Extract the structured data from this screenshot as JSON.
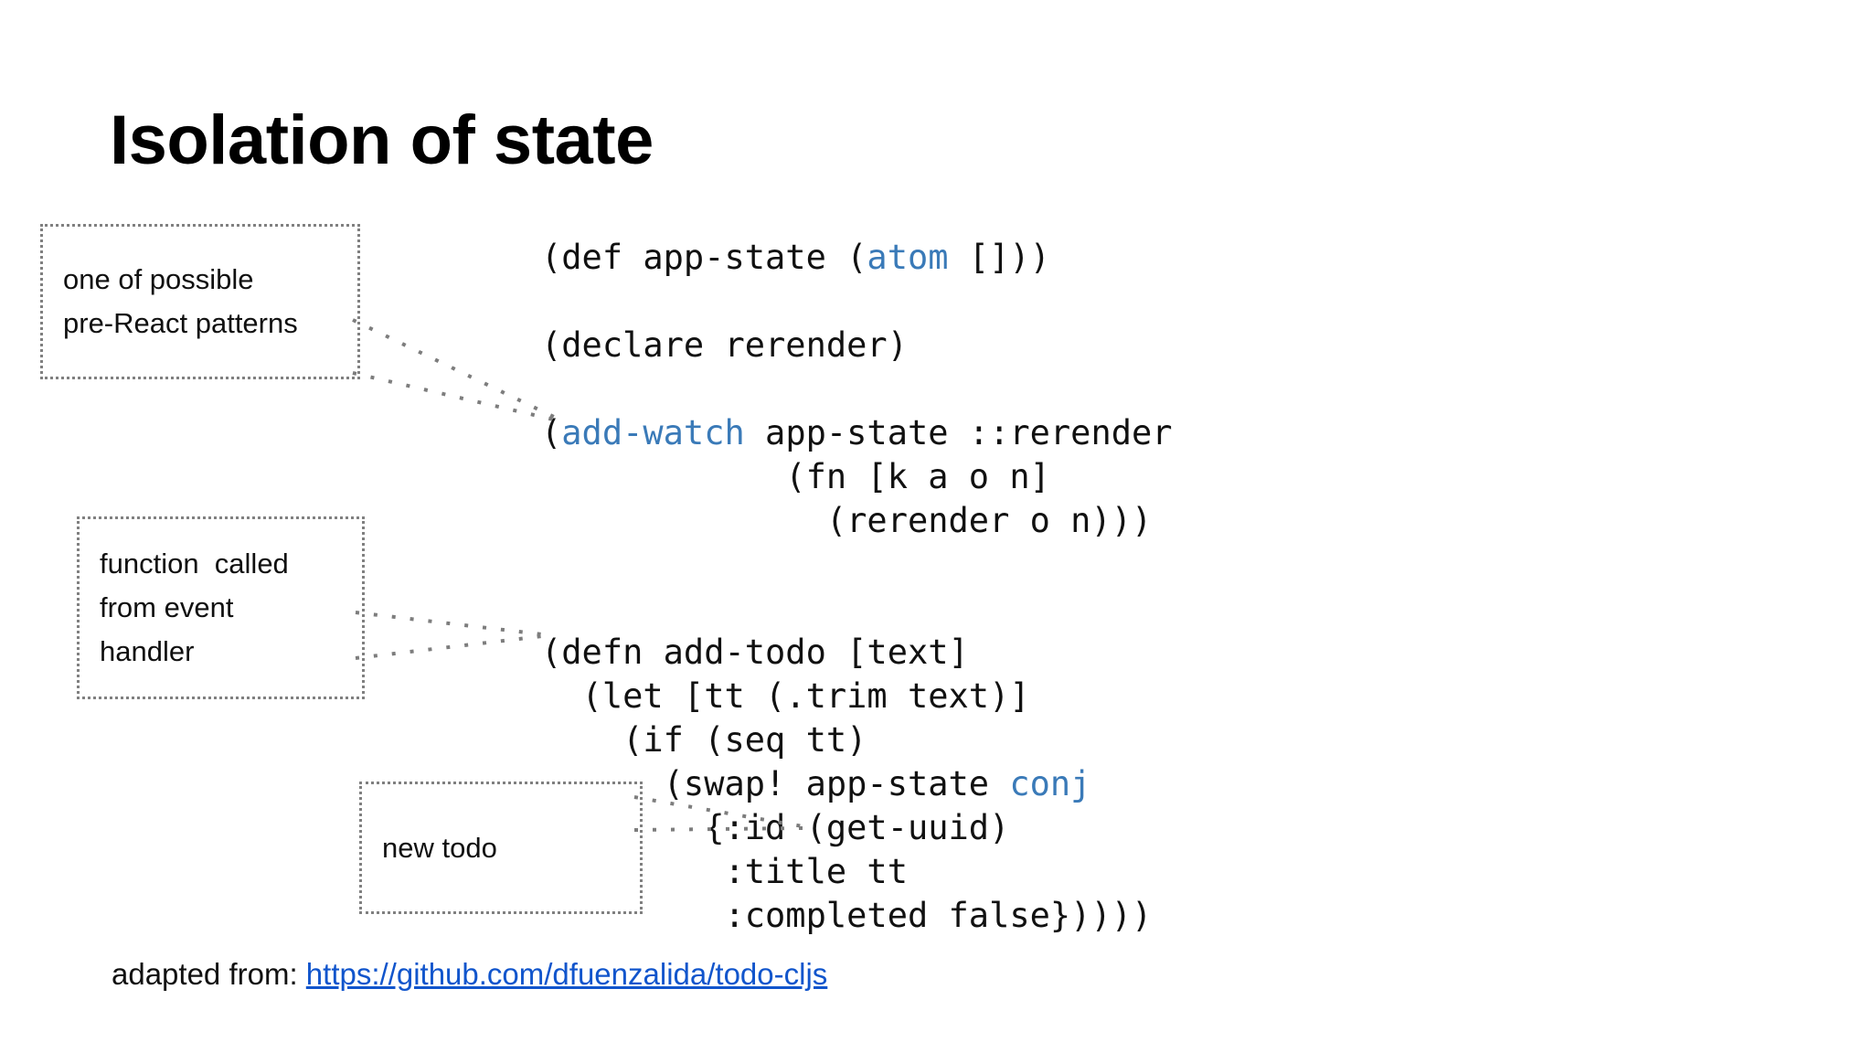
{
  "slide": {
    "title": "Isolation of state",
    "background_color": "#ffffff"
  },
  "colors": {
    "code_keyword": "#3a7ab8",
    "link": "#1155cc",
    "callout_border": "#808080",
    "text": "#111111"
  },
  "code": {
    "language": "clojure",
    "lines": [
      {
        "segments": [
          {
            "text": "(def app-state (",
            "kind": "plain"
          },
          {
            "text": "atom",
            "kind": "keyword"
          },
          {
            "text": " []))",
            "kind": "plain"
          }
        ]
      },
      {
        "segments": [
          {
            "text": "",
            "kind": "plain"
          }
        ]
      },
      {
        "segments": [
          {
            "text": "(declare rerender)",
            "kind": "plain"
          }
        ]
      },
      {
        "segments": [
          {
            "text": "",
            "kind": "plain"
          }
        ]
      },
      {
        "segments": [
          {
            "text": "(",
            "kind": "plain"
          },
          {
            "text": "add-watch",
            "kind": "keyword"
          },
          {
            "text": " app-state ::rerender",
            "kind": "plain"
          }
        ]
      },
      {
        "segments": [
          {
            "text": "            (fn [k a o n]",
            "kind": "plain"
          }
        ]
      },
      {
        "segments": [
          {
            "text": "              (rerender o n)))",
            "kind": "plain"
          }
        ]
      },
      {
        "segments": [
          {
            "text": "",
            "kind": "plain"
          }
        ]
      },
      {
        "segments": [
          {
            "text": "",
            "kind": "plain"
          }
        ]
      },
      {
        "segments": [
          {
            "text": "(defn add-todo [text]",
            "kind": "plain"
          }
        ]
      },
      {
        "segments": [
          {
            "text": "  (let [tt (.trim text)]",
            "kind": "plain"
          }
        ]
      },
      {
        "segments": [
          {
            "text": "    (if (seq tt)",
            "kind": "plain"
          }
        ]
      },
      {
        "segments": [
          {
            "text": "      (swap! app-state ",
            "kind": "plain"
          },
          {
            "text": "conj",
            "kind": "keyword"
          }
        ]
      },
      {
        "segments": [
          {
            "text": "        {:id (get-uuid)",
            "kind": "plain"
          }
        ]
      },
      {
        "segments": [
          {
            "text": "         :title tt",
            "kind": "plain"
          }
        ]
      },
      {
        "segments": [
          {
            "text": "         :completed false}))))",
            "kind": "plain"
          }
        ]
      }
    ]
  },
  "callouts": [
    {
      "id": "pre-react",
      "lines": [
        "one of possible",
        "pre-React patterns"
      ],
      "target": "add-watch-line"
    },
    {
      "id": "event-handler",
      "lines": [
        "function  called",
        "from event",
        "handler"
      ],
      "target": "defn-add-todo-line"
    },
    {
      "id": "new-todo",
      "lines": [
        "new todo"
      ],
      "target": "todo-map-line"
    }
  ],
  "footer": {
    "prefix": "adapted from: ",
    "link_text": "https://github.com/dfuenzalida/todo-cljs"
  }
}
